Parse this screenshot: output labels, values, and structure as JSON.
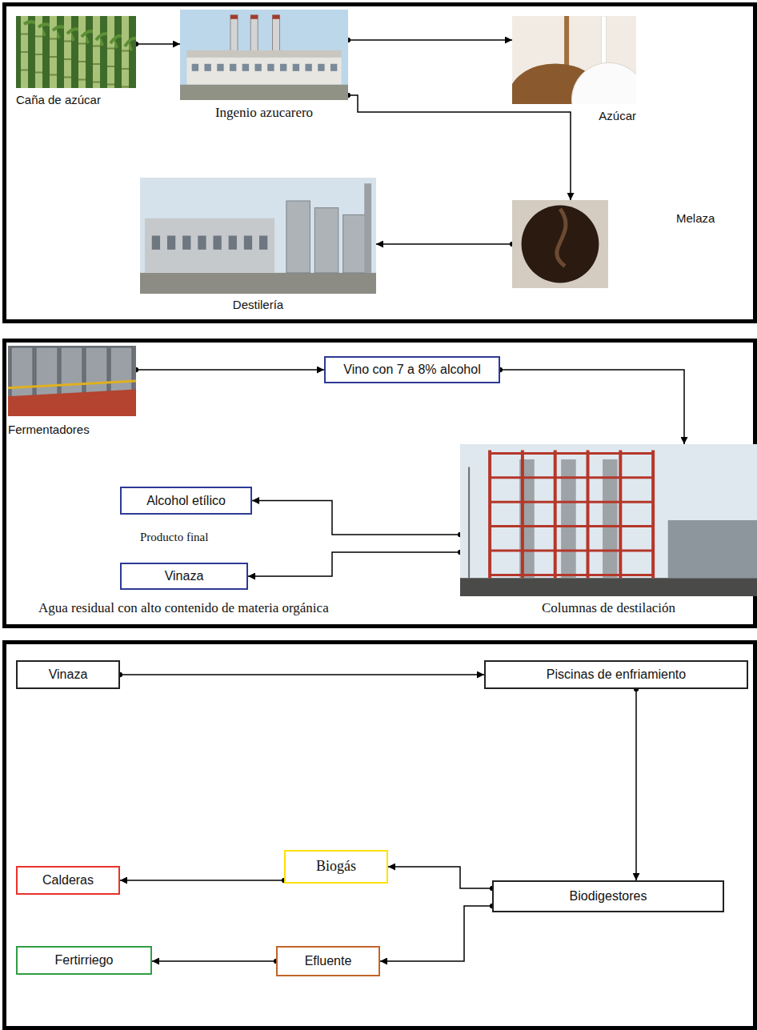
{
  "diagram": {
    "nodes": [
      {
        "text": [
          "Caña de azúcar"
        ]
      },
      {
        "text": [
          "Ingenio azucarero"
        ]
      },
      {
        "text": [
          "Azúcar"
        ]
      },
      {
        "text": [
          "Destilería"
        ]
      },
      {
        "text": [
          "Melaza"
        ]
      },
      {
        "text": [
          "Fermentadores"
        ]
      },
      {
        "text": [
          "Vino con 7 a 8% alcohol"
        ]
      },
      {
        "text": [
          "Alcohol etílico"
        ]
      },
      {
        "text": [
          "Columnas de destilación"
        ]
      },
      {
        "text": [
          "Vinaza"
        ]
      },
      {
        "text": [
          "Vinaza"
        ]
      },
      {
        "text": [
          "Piscinas de enfriamiento"
        ]
      },
      {
        "text": [
          "Calderas"
        ]
      },
      {
        "text": [
          "Biogás"
        ]
      },
      {
        "text": [
          "Biodigestores"
        ]
      },
      {
        "text": [
          "Fertirriego"
        ]
      },
      {
        "text": [
          "Efluente"
        ]
      }
    ],
    "edges": [
      {
        "from": 0,
        "to": 1,
        "arrow": "to"
      },
      {
        "from": 1,
        "to": 2,
        "arrow": "to"
      },
      {
        "from": 1,
        "to": 4,
        "arrow": "to"
      },
      {
        "from": 4,
        "to": 3,
        "arrow": "to"
      },
      {
        "from": 5,
        "to": 6,
        "arrow": "to"
      },
      {
        "from": 6,
        "to": 8,
        "arrow": "to"
      },
      {
        "from": 8,
        "to": 7,
        "arrow": "to"
      },
      {
        "from": 8,
        "to": 9,
        "arrow": "to"
      },
      {
        "from": 10,
        "to": 11,
        "arrow": "to"
      },
      {
        "from": 11,
        "to": 14,
        "arrow": "to"
      },
      {
        "from": 14,
        "to": 13,
        "arrow": "to"
      },
      {
        "from": 13,
        "to": 12,
        "arrow": "to"
      },
      {
        "from": 14,
        "to": 16,
        "arrow": "to"
      },
      {
        "from": 16,
        "to": 15,
        "arrow": "to"
      }
    ],
    "labels": [
      "Producto final",
      "Agua residual con alto contenido de materia orgánica"
    ]
  }
}
